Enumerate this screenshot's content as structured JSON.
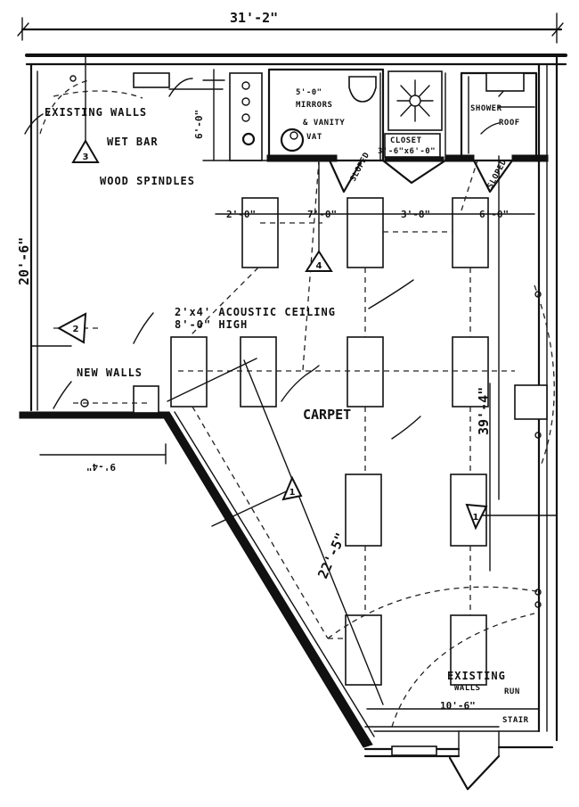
{
  "dimensions": {
    "overall_width": "31'-2\"",
    "wet_bar_depth": "6'-0\"",
    "vanity_width": "5'-0\"",
    "left_wall": "20'-6\"",
    "left_return": "9'-4\"",
    "bay_1": "2'-0\"",
    "bay_2": "7'-0\"",
    "bay_3": "3'-8\"",
    "bay_4": "6'-0\"",
    "diagonal": "22'-5\"",
    "right_length": "39'-4\"",
    "bottom_dim": "10'-6\"",
    "closet_size": "3'-6\"x6'-0\""
  },
  "labels": {
    "existing_walls_top": "EXISTING WALLS",
    "wet_bar": "WET BAR",
    "wood_spindles": "WOOD SPINDLES",
    "mirrors_1": "MIRRORS",
    "mirrors_2": "& VANITY",
    "mirrors_3": "VAT",
    "closet": "CLOSET",
    "shower": "SHOWER",
    "roof": "ROOF",
    "acoustic_1": "2'x4' ACOUSTIC CEILING",
    "acoustic_2": "8'-0\" HIGH",
    "new_walls": "NEW WALLS",
    "carpet": "CARPET",
    "existing_walls_bottom_1": "EXISTING",
    "existing_walls_bottom_2": "WALLS",
    "sloped_1": "SLOPED",
    "sloped_2": "SLOPED",
    "run": "RUN",
    "stair": "STAIR"
  },
  "markers": {
    "m3_top": "3",
    "m4_mid": "4",
    "m2_left": "2",
    "m1_diag": "1",
    "m1_right": "1"
  }
}
